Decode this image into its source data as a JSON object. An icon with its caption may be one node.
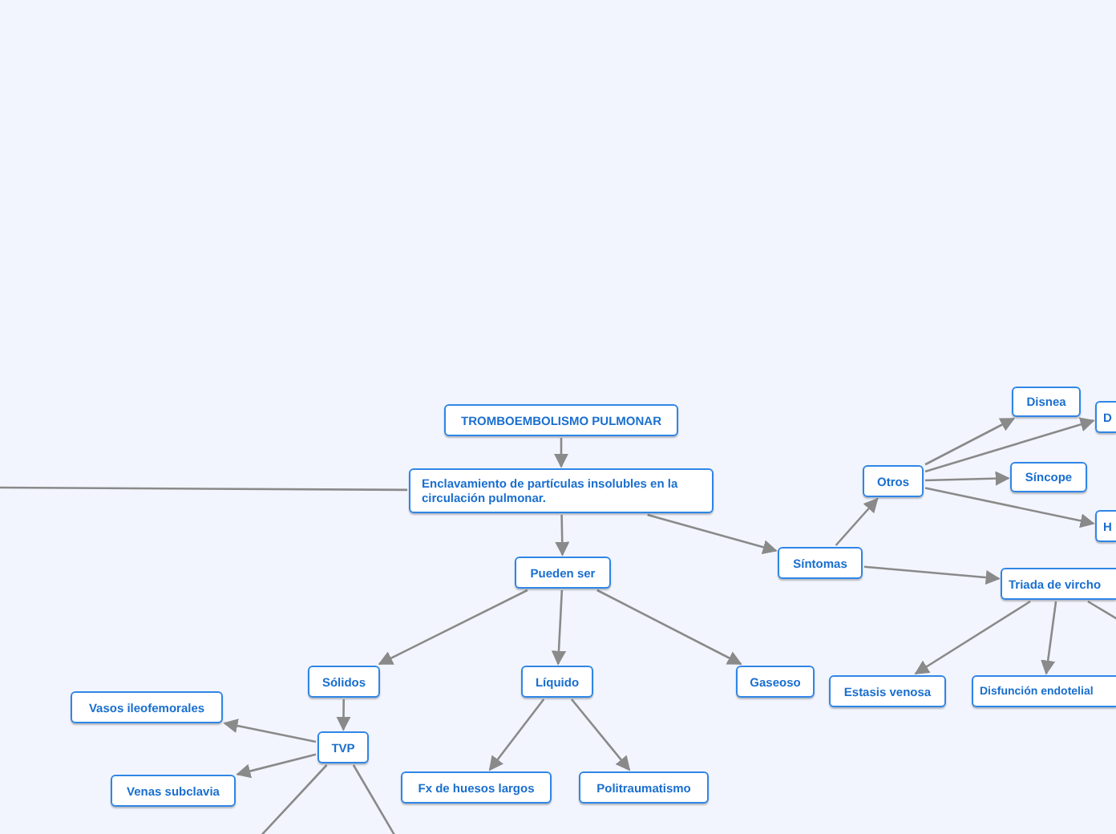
{
  "diagram": {
    "nodes": [
      {
        "text": [
          "TROMBOEMBOLISMO PULMONAR"
        ]
      },
      {
        "text": [
          "Enclavamiento de partículas insolubles en la circulación pulmonar."
        ]
      },
      {
        "text": [
          "Pueden ser"
        ]
      },
      {
        "text": [
          "Síntomas"
        ]
      },
      {
        "text": [
          "Otros"
        ]
      },
      {
        "text": [
          "Disnea"
        ]
      },
      {
        "text": [
          "D"
        ]
      },
      {
        "text": [
          "Síncope"
        ]
      },
      {
        "text": [
          "H"
        ]
      },
      {
        "text": [
          "Triada de vircho"
        ]
      },
      {
        "text": [
          "Sólidos"
        ]
      },
      {
        "text": [
          "Líquido"
        ]
      },
      {
        "text": [
          "Gaseoso"
        ]
      },
      {
        "text": [
          "Estasis venosa"
        ]
      },
      {
        "text": [
          "Disfunción endotelial"
        ]
      },
      {
        "text": [
          "Vasos ileofemorales"
        ]
      },
      {
        "text": [
          "TVP"
        ]
      },
      {
        "text": [
          "Venas subclavia"
        ]
      },
      {
        "text": [
          "Fx de huesos largos"
        ]
      },
      {
        "text": [
          "Politraumatismo"
        ]
      }
    ],
    "edges": [
      {
        "from": 0,
        "to": 1,
        "arrow": "to"
      },
      {
        "from": 1,
        "to": 2,
        "arrow": "to"
      },
      {
        "from": 1,
        "to": 3,
        "arrow": "to"
      },
      {
        "from": 3,
        "to": 4,
        "arrow": "to"
      },
      {
        "from": 4,
        "to": 5,
        "arrow": "to"
      },
      {
        "from": 4,
        "to": 6,
        "arrow": "to"
      },
      {
        "from": 4,
        "to": 7,
        "arrow": "to"
      },
      {
        "from": 4,
        "to": 8,
        "arrow": "to"
      },
      {
        "from": 3,
        "to": 9,
        "arrow": "to"
      },
      {
        "from": 9,
        "to": 13,
        "arrow": "to"
      },
      {
        "from": 9,
        "to": 14,
        "arrow": "to"
      },
      {
        "from": 9,
        "to": null,
        "arrow": "none"
      },
      {
        "from": 2,
        "to": 10,
        "arrow": "to"
      },
      {
        "from": 2,
        "to": 11,
        "arrow": "to"
      },
      {
        "from": 2,
        "to": 12,
        "arrow": "to"
      },
      {
        "from": 10,
        "to": 16,
        "arrow": "to"
      },
      {
        "from": 16,
        "to": 15,
        "arrow": "to"
      },
      {
        "from": 16,
        "to": 17,
        "arrow": "to"
      },
      {
        "from": 16,
        "to": null,
        "arrow": "none"
      },
      {
        "from": 16,
        "to": null,
        "arrow": "none"
      },
      {
        "from": 11,
        "to": 18,
        "arrow": "to"
      },
      {
        "from": 11,
        "to": 19,
        "arrow": "to"
      },
      {
        "from": 1,
        "to": null,
        "arrow": "none"
      }
    ]
  }
}
